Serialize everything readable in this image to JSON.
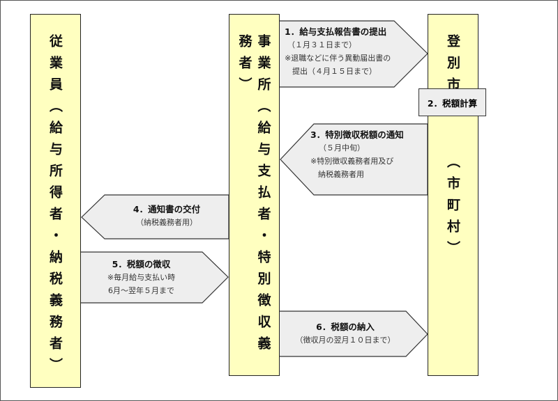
{
  "parties": {
    "employee": "従業員（給与所得者・納税義務者）",
    "employer": "事業所（給与支払者・特別徴収義務者）",
    "city_name": "登別市",
    "city_sub": "（市町村）"
  },
  "steps": [
    {
      "title": "1．給与支払報告書の提出",
      "lines": [
        "（１月３１日まで）",
        "※退職などに伴う異動届出書の",
        "　提出（４月１５日まで）"
      ]
    },
    {
      "title": "2．税額計算",
      "lines": []
    },
    {
      "title": "3．特別徴収税額の通知",
      "lines": [
        "（５月中旬）",
        "※特別徴収義務者用及び",
        "　納税義務者用"
      ]
    },
    {
      "title": "4．通知書の交付",
      "lines": [
        "（納税義務者用）"
      ]
    },
    {
      "title": "5．税額の徴収",
      "lines": [
        "※毎月給与支払い時",
        "6月～翌年５月まで"
      ]
    },
    {
      "title": "6．税額の納入",
      "lines": [
        "（徴収月の翌月１０日まで）"
      ]
    }
  ],
  "colors": {
    "party_fill": "#FFFFC0",
    "arrow_fill": "#EEEEEE"
  }
}
